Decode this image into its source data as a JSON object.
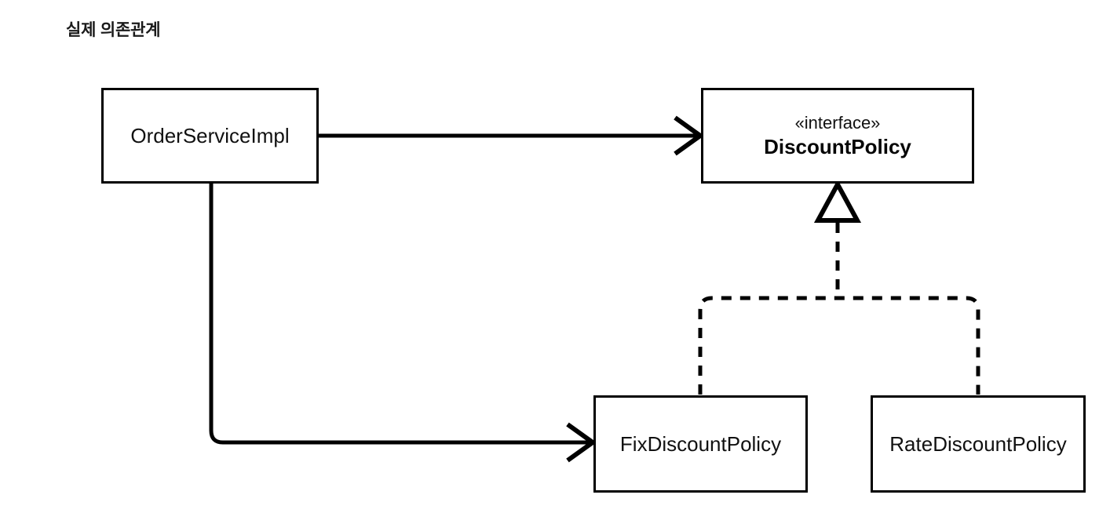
{
  "diagram": {
    "title": "실제 의존관계",
    "type": "uml-class-diagram",
    "background_color": "#ffffff",
    "line_color": "#000000",
    "classes": [
      {
        "id": "order-service-impl",
        "name": "OrderServiceImpl",
        "stereotype": "",
        "kind": "class"
      },
      {
        "id": "discount-policy",
        "name": "DiscountPolicy",
        "stereotype": "«interface»",
        "kind": "interface"
      },
      {
        "id": "fix-discount-policy",
        "name": "FixDiscountPolicy",
        "stereotype": "",
        "kind": "class"
      },
      {
        "id": "rate-discount-policy",
        "name": "RateDiscountPolicy",
        "stereotype": "",
        "kind": "class"
      }
    ],
    "relations": [
      {
        "id": "dep-order-to-discountpolicy",
        "from": "OrderServiceImpl",
        "to": "DiscountPolicy",
        "style": "solid",
        "arrowhead": "open-arrow",
        "label": ""
      },
      {
        "id": "dep-order-to-fixdiscountpolicy",
        "from": "OrderServiceImpl",
        "to": "FixDiscountPolicy",
        "style": "solid",
        "arrowhead": "open-arrow",
        "label": ""
      },
      {
        "id": "real-fix-to-discountpolicy",
        "from": "FixDiscountPolicy",
        "to": "DiscountPolicy",
        "style": "dashed",
        "arrowhead": "hollow-triangle",
        "label": ""
      },
      {
        "id": "real-rate-to-discountpolicy",
        "from": "RateDiscountPolicy",
        "to": "DiscountPolicy",
        "style": "dashed",
        "arrowhead": "hollow-triangle",
        "label": ""
      }
    ]
  }
}
